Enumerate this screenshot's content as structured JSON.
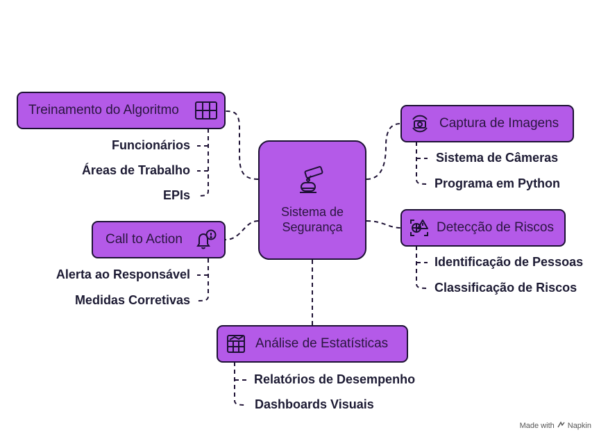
{
  "center": {
    "line1": "Sistema de",
    "line2": "Segurança",
    "icon": "security-camera-robot-icon"
  },
  "branches": {
    "treinamento": {
      "label": "Treinamento do Algoritmo",
      "icon": "grid-icon",
      "items": [
        "Funcionários",
        "Áreas de Trabalho",
        "EPIs"
      ]
    },
    "call": {
      "label": "Call to Action",
      "icon": "bell-alert-icon",
      "items": [
        "Alerta ao Responsável",
        "Medidas Corretivas"
      ]
    },
    "captura": {
      "label": "Captura de Imagens",
      "icon": "camera-icon",
      "items": [
        "Sistema de Câmeras",
        "Programa em Python"
      ]
    },
    "deteccao": {
      "label": "Detecção de Riscos",
      "icon": "risk-scan-icon",
      "items": [
        "Identificação de Pessoas",
        "Classificação de Riscos"
      ]
    },
    "analise": {
      "label": "Análise de Estatísticas",
      "icon": "chart-table-icon",
      "items": [
        "Relatórios de Desempenho",
        "Dashboards Visuais"
      ]
    }
  },
  "footer": {
    "text": "Made with",
    "brand": "Napkin"
  },
  "colors": {
    "node_fill": "#b45ae8",
    "node_border": "#1c1033",
    "text": "#1c1a33"
  }
}
